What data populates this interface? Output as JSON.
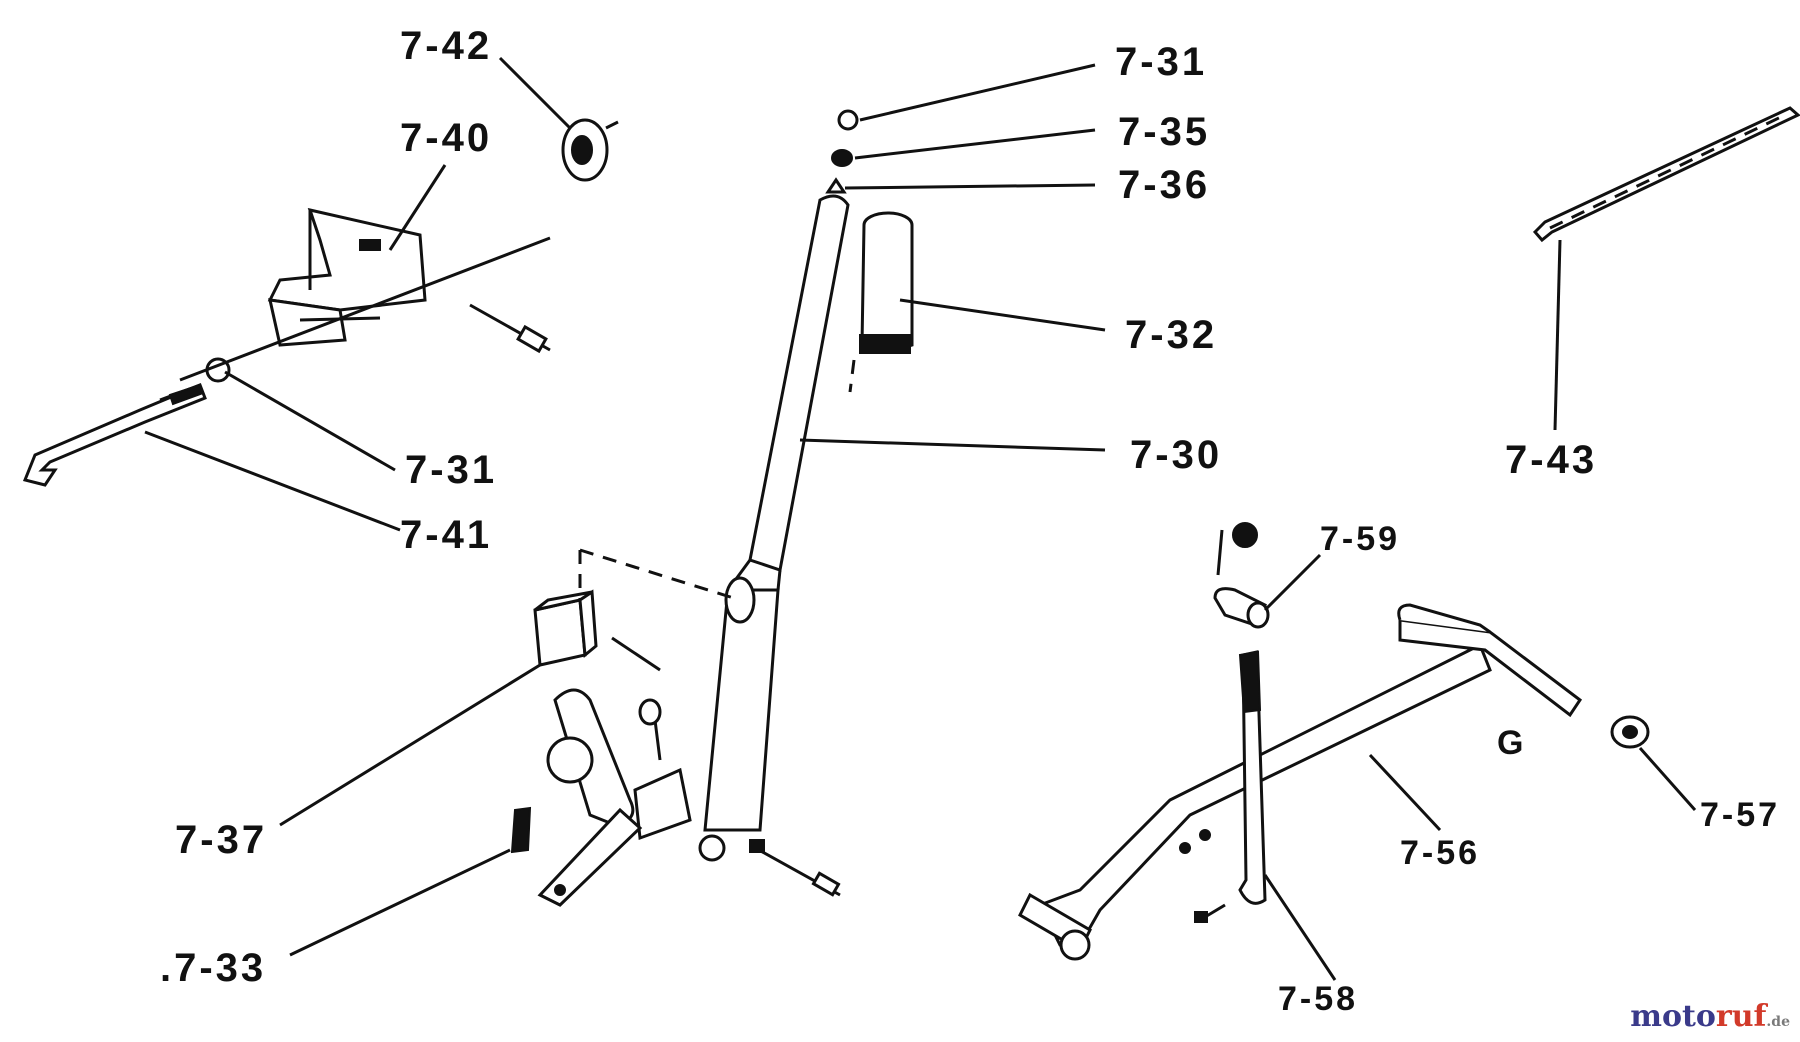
{
  "diagram": {
    "labels": {
      "l742": "7-42",
      "l740": "7-40",
      "l731a": "7-31",
      "l731b": "7-31",
      "l735": "7-35",
      "l736": "7-36",
      "l732": "7-32",
      "l730": "7-30",
      "l741": "7-41",
      "l743": "7-43",
      "l759": "7-59",
      "l737": "7-37",
      "l733": ".7-33",
      "l757": "7-57",
      "l756": "7-56",
      "l758": "7-58",
      "g": "G"
    },
    "watermark": {
      "part1": "moto",
      "part2": "ruf",
      "part3": ".de"
    },
    "colors": {
      "ink": "#111111",
      "brand_blue": "#3a3a8a",
      "brand_red": "#d23a2a"
    }
  }
}
